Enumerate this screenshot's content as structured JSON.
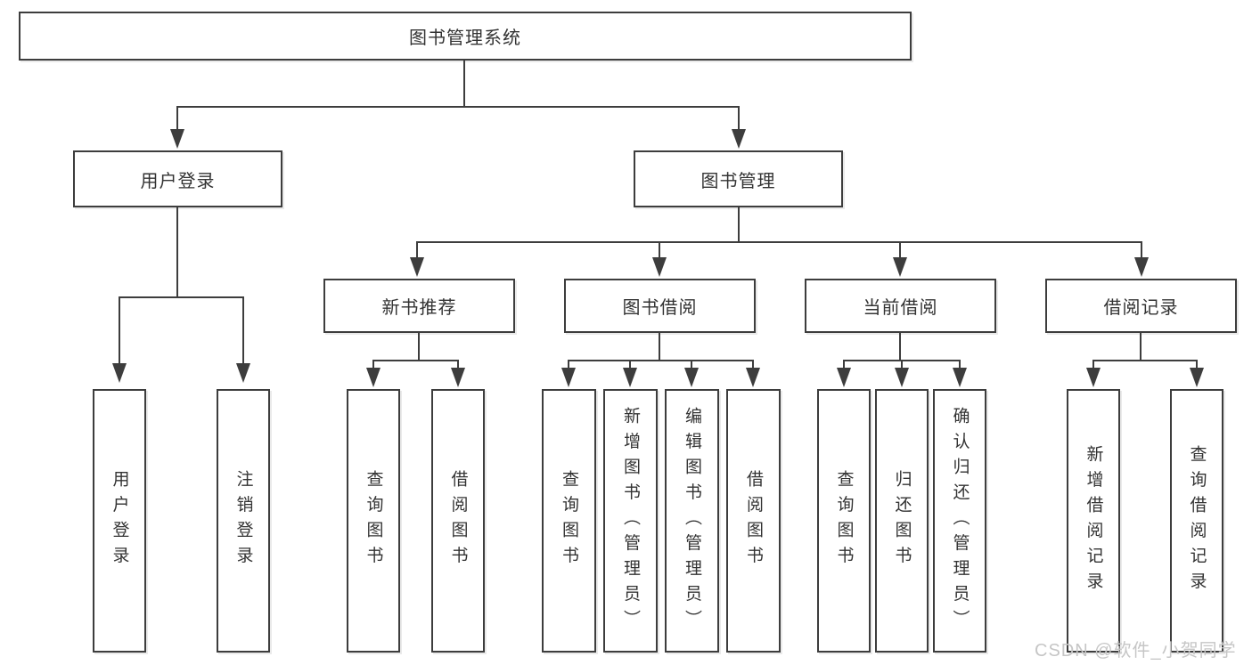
{
  "diagram": {
    "type": "hierarchy-tree",
    "tree": {
      "label": "图书管理系统",
      "children": [
        {
          "label": "用户登录",
          "children": [
            {
              "label": "用户登录"
            },
            {
              "label": "注销登录"
            }
          ]
        },
        {
          "label": "图书管理",
          "children": [
            {
              "label": "新书推荐",
              "children": [
                {
                  "label": "查询图书"
                },
                {
                  "label": "借阅图书"
                }
              ]
            },
            {
              "label": "图书借阅",
              "children": [
                {
                  "label": "查询图书"
                },
                {
                  "label": "新增图书（管理员）"
                },
                {
                  "label": "编辑图书（管理员）"
                },
                {
                  "label": "借阅图书"
                }
              ]
            },
            {
              "label": "当前借阅",
              "children": [
                {
                  "label": "查询图书"
                },
                {
                  "label": "归还图书"
                },
                {
                  "label": "确认归还（管理员）"
                }
              ]
            },
            {
              "label": "借阅记录",
              "children": [
                {
                  "label": "新增借阅记录"
                },
                {
                  "label": "查询借阅记录"
                }
              ]
            }
          ]
        }
      ]
    }
  },
  "watermark": {
    "text": "CSDN @软件_小贺同学"
  },
  "colors": {
    "line": "#3d3d3d",
    "text": "#333333",
    "watermark": "#c6c6c6",
    "background": "#ffffff"
  }
}
